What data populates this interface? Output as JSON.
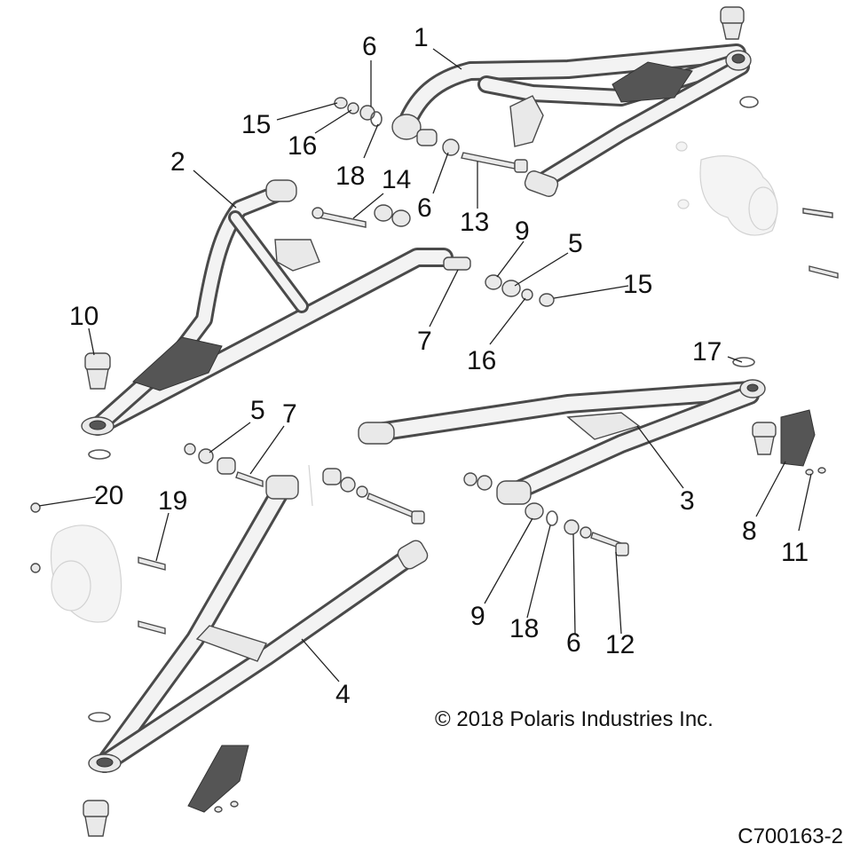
{
  "copyright": "© 2018 Polaris Industries Inc.",
  "figure_code": "C700163-2",
  "callouts": [
    {
      "label": "1"
    },
    {
      "label": "6"
    },
    {
      "label": "15"
    },
    {
      "label": "16"
    },
    {
      "label": "18"
    },
    {
      "label": "2"
    },
    {
      "label": "14"
    },
    {
      "label": "6"
    },
    {
      "label": "13"
    },
    {
      "label": "9"
    },
    {
      "label": "5"
    },
    {
      "label": "15"
    },
    {
      "label": "10"
    },
    {
      "label": "7"
    },
    {
      "label": "16"
    },
    {
      "label": "17"
    },
    {
      "label": "5"
    },
    {
      "label": "7"
    },
    {
      "label": "3"
    },
    {
      "label": "20"
    },
    {
      "label": "19"
    },
    {
      "label": "8"
    },
    {
      "label": "11"
    },
    {
      "label": "9"
    },
    {
      "label": "18"
    },
    {
      "label": "6"
    },
    {
      "label": "12"
    },
    {
      "label": "4"
    }
  ]
}
